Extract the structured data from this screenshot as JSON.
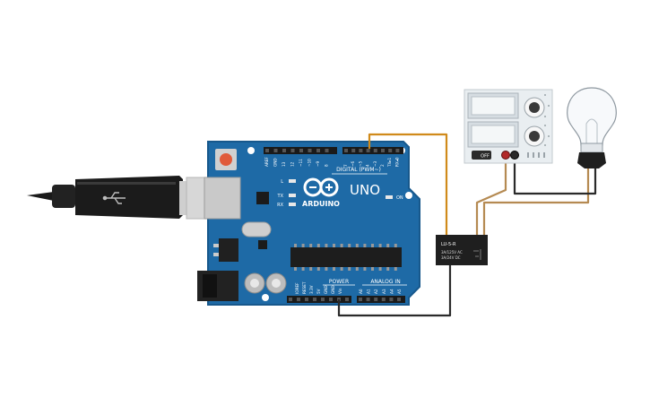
{
  "arduino": {
    "brand": "ARDUINO",
    "model": "UNO",
    "digital_label": "DIGITAL (PWM~)",
    "power_label": "POWER",
    "analog_label": "ANALOG IN",
    "led_l": "L",
    "led_tx": "TX",
    "led_rx": "RX",
    "led_on": "ON",
    "power_pins": [
      "IOREF",
      "RESET",
      "3.3V",
      "5V",
      "GND",
      "GND",
      "Vin"
    ],
    "analog_pins": [
      "A0",
      "A1",
      "A2",
      "A3",
      "A4",
      "A5"
    ],
    "digital_pins_left": [
      "AREF",
      "GND",
      "13",
      "12",
      "~11",
      "~10",
      "~9",
      "8"
    ],
    "digital_pins_right": [
      "7",
      "~6",
      "~5",
      "4",
      "~3",
      "2",
      "TX▸1",
      "RX◂0"
    ]
  },
  "relay": {
    "model": "LU-5-R",
    "rating_ac": "3A/125V AC",
    "rating_dc": "3A/24V DC"
  },
  "power_supply": {
    "off_label": "OFF"
  },
  "colors": {
    "board": "#1e6aa6",
    "board_dark": "#17588c",
    "wire_orange": "#d08a1a",
    "wire_black": "#2a2a2a",
    "wire_tan": "#b58a52",
    "relay_body": "#1f1f1f",
    "psu_body": "#e9eef1"
  },
  "icons": {
    "arduino_logo": "infinity-plus-minus-icon",
    "usb_cable": "usb-plug-icon",
    "bulb": "light-bulb-icon"
  }
}
